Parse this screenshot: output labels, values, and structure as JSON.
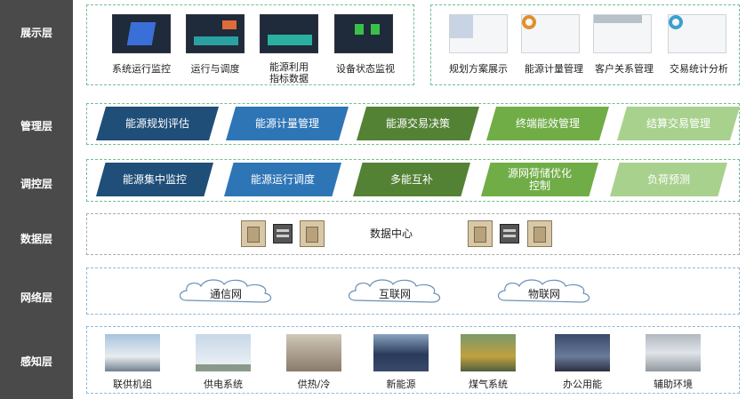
{
  "layers": [
    "展示层",
    "管理层",
    "调控层",
    "数据层",
    "网络层",
    "感知层"
  ],
  "display": {
    "left_items": [
      "系统运行监控",
      "运行与调度",
      "能源利用\n指标数据",
      "设备状态监视"
    ],
    "right_items": [
      "规划方案展示",
      "能源计量管理",
      "客户关系管理",
      "交易统计分析"
    ]
  },
  "management": [
    "能源规划评估",
    "能源计量管理",
    "能源交易决策",
    "终端能效管理",
    "结算交易管理"
  ],
  "control": [
    "能源集中监控",
    "能源运行调度",
    "多能互补",
    "源网荷储优化\n控制",
    "负荷预测"
  ],
  "data_layer": {
    "center_label": "数据中心"
  },
  "network": [
    "通信网",
    "互联网",
    "物联网"
  ],
  "perception": [
    "联供机组",
    "供电系统",
    "供热/冷",
    "新能源",
    "煤气系统",
    "办公用能",
    "辅助环境"
  ],
  "colors": {
    "dark_blue": "#1f4e79",
    "mid_blue": "#2e75b6",
    "dark_green": "#548235",
    "mid_green": "#70ad47",
    "light_green": "#a9d18e",
    "sidebar": "#4a4a4a"
  }
}
